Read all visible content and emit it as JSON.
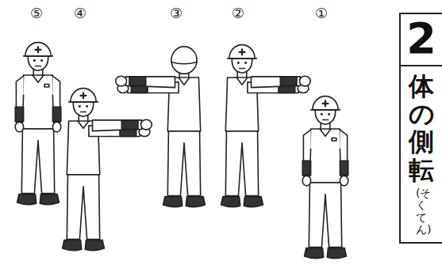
{
  "diagram": {
    "nodes": [
      {
        "text": [
          "2",
          "体の側転",
          "(そくてん)"
        ]
      }
    ],
    "labels": [
      "⑤",
      "④",
      "③",
      "②",
      "①"
    ]
  }
}
